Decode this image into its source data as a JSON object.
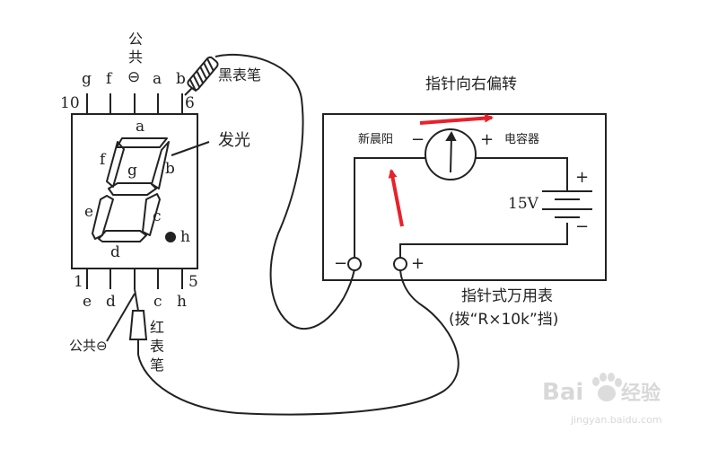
{
  "pins_top": [
    "g",
    "f",
    "a",
    "b"
  ],
  "pin_top_common_sign": "⊖",
  "pin_top_common_label": "公共",
  "pin_top_numbers": {
    "left": "10",
    "right": "6"
  },
  "pins_bottom": [
    "e",
    "d",
    "c",
    "h"
  ],
  "pin_bottom_numbers": {
    "left": "1",
    "right": "5"
  },
  "segments": {
    "a": "a",
    "b": "b",
    "c": "c",
    "d": "d",
    "e": "e",
    "f": "f",
    "g": "g",
    "h": "h"
  },
  "glow_label": "发光",
  "black_probe_label": "黑表笔",
  "red_probe_label": [
    "红",
    "表",
    "笔"
  ],
  "bottom_common_label": "公共⊖",
  "needle_label": "指针向右偏转",
  "meter_minus": "−",
  "meter_plus": "+",
  "left_note": "新晨阳",
  "right_note": "电容器",
  "battery_voltage": "15V",
  "battery_plus": "+",
  "battery_minus": "−",
  "terminal_minus": "−",
  "terminal_plus": "+",
  "multimeter_title": "指针式万用表",
  "multimeter_range": "(拨“R×10k”挡)",
  "watermark": {
    "brand": "Bai",
    "suffix": "经验",
    "url": "jingyan.baidu.com"
  },
  "colors": {
    "ink": "#222222",
    "arrow": "#e8212a",
    "watermark": "#d8d8d8"
  }
}
